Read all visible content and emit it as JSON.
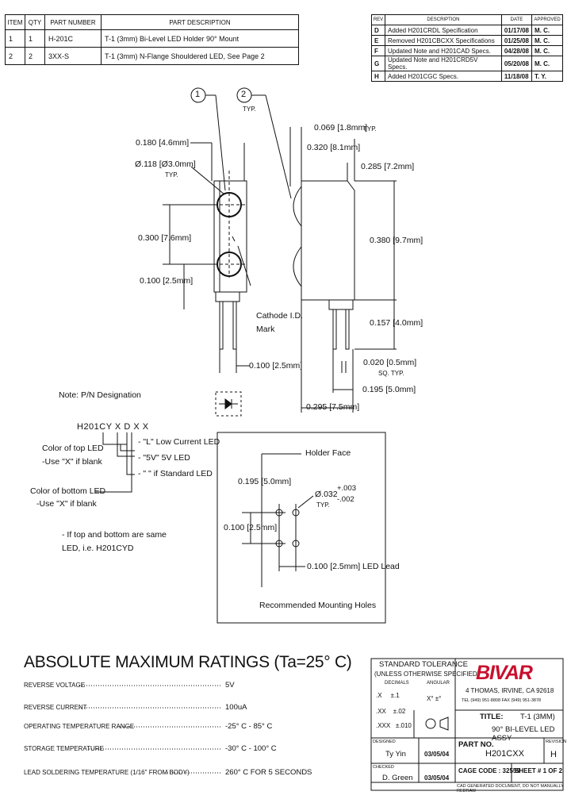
{
  "parts_table": {
    "headers": [
      "ITEM",
      "QTY",
      "PART NUMBER",
      "PART DESCRIPTION"
    ],
    "rows": [
      [
        "1",
        "1",
        "H-201C",
        "T-1 (3mm) Bi-Level LED Holder 90° Mount"
      ],
      [
        "2",
        "2",
        "3XX-S",
        "T-1 (3mm) N-Flange Shouldered LED, See Page 2"
      ]
    ]
  },
  "revision_table": {
    "headers": [
      "REV",
      "DESCRIPTION",
      "DATE",
      "APPROVED"
    ],
    "rows": [
      [
        "D",
        "Added H201CRDL Specification",
        "01/17/08",
        "M. C."
      ],
      [
        "E",
        "Removed H201CBCXX Specifications",
        "01/25/08",
        "M. C."
      ],
      [
        "F",
        "Updated Note and H201CAD Specs.",
        "04/28/08",
        "M. C."
      ],
      [
        "G",
        "Updated Note and H201CRD5V Specs.",
        "05/20/08",
        "M. C."
      ],
      [
        "H",
        "Added H201CGC Specs.",
        "11/18/08",
        "T. Y."
      ]
    ]
  },
  "balloons": [
    "1",
    "2"
  ],
  "typ_label": "TYP.",
  "dims": {
    "d1": "0.180 [4.6mm]",
    "d2": "Ø.118 [Ø3.0mm]",
    "d2_typ": "TYP.",
    "d3": "0.300 [7.6mm]",
    "d4": "0.100 [2.5mm]",
    "d5": "0.069 [1.8mm]",
    "d5_typ": "TYP.",
    "d6": "0.320 [8.1mm]",
    "d7": "0.285 [7.2mm]",
    "d8": "0.380 [9.7mm]",
    "d9": "0.157 [4.0mm]",
    "d10": "0.100 [2.5mm]",
    "d11": "0.020 [0.5mm]",
    "d11_typ": "SQ. TYP.",
    "d12": "0.195 [5.0mm]",
    "d13": "0.295 [7.5mm]",
    "cathode_line1": "Cathode I.D.",
    "cathode_line2": "Mark"
  },
  "pn": {
    "note": "Note: P/N Designation",
    "code": "H201CY X D X X",
    "top_led_line1": "Color of top LED",
    "top_led_line2": "-Use \"X\" if blank",
    "suffix1": "- \"L\" Low Current LED",
    "suffix2": "- \"5V\" 5V LED",
    "suffix3": "- \" \" if Standard LED",
    "bottom_led_line1": "Color of bottom LED",
    "bottom_led_line2": "-Use \"X\" if blank",
    "same_line1": "- If top and bottom are same",
    "same_line2": "LED, i.e. H201CYD"
  },
  "mounting": {
    "holder_face": "Holder Face",
    "d1": "0.195 [5.0mm]",
    "d2": "0.100 [2.5mm]",
    "hole": "Ø.032",
    "tol_plus": "+.003",
    "tol_minus": "-.002",
    "hole_typ": "TYP.",
    "lead": "0.100 [2.5mm] LED Lead",
    "caption": "Recommended Mounting Holes"
  },
  "ratings": {
    "title": "ABSOLUTE MAXIMUM RATINGS (Ta=25° C)",
    "rows": [
      {
        "label": "REVERSE VOLTAGE",
        "value": "5V"
      },
      {
        "label": "REVERSE CURRENT",
        "value": "100uA"
      },
      {
        "label": "OPERATING TEMPERATURE RANGE",
        "value": "-25° C - 85° C"
      },
      {
        "label": "STORAGE TEMPERATURE",
        "value": "-30° C - 100° C"
      },
      {
        "label": "LEAD SOLDERING TEMPERATURE (1/16\" FROM BODY)",
        "value": "260° C FOR 5 SECONDS"
      }
    ]
  },
  "title_block": {
    "std_tol": "STANDARD TOLERANCE",
    "unless": "(UNLESS OTHERWISE SPECIFIED)",
    "decimals": "DECIMALS",
    "angular": "ANGULAR",
    "tol_x": ".X     ±.1",
    "tol_xx": ".XX    ±.02",
    "tol_xxx": ".XXX   ±.010",
    "tol_ang": "X°  ±°",
    "logo": "BIVAR",
    "address": "4 THOMAS, IRVINE, CA  92618",
    "phone": "TEL (949) 951-8808   FAX (949) 951-3878",
    "title_label": "TITLE:",
    "title_line1": "T-1 (3MM)",
    "title_line2": "90° BI-LEVEL LED ASSY",
    "designed_label": "DESIGNED",
    "designer": "Ty Yin",
    "design_date": "03/05/04",
    "part_no_label": "PART NO.",
    "part_no": "H201CXX",
    "rev_label": "REVISION",
    "rev": "H",
    "checked_label": "CHECKED",
    "checker": "D. Green",
    "check_date": "03/05/04",
    "cage_label": "CAGE CODE : 32559",
    "sheet": "SHEET # 1 OF 2",
    "cad_note": "CAD GENERATED DOCUMENT, DO NOT MANUALLY REDRAW"
  }
}
